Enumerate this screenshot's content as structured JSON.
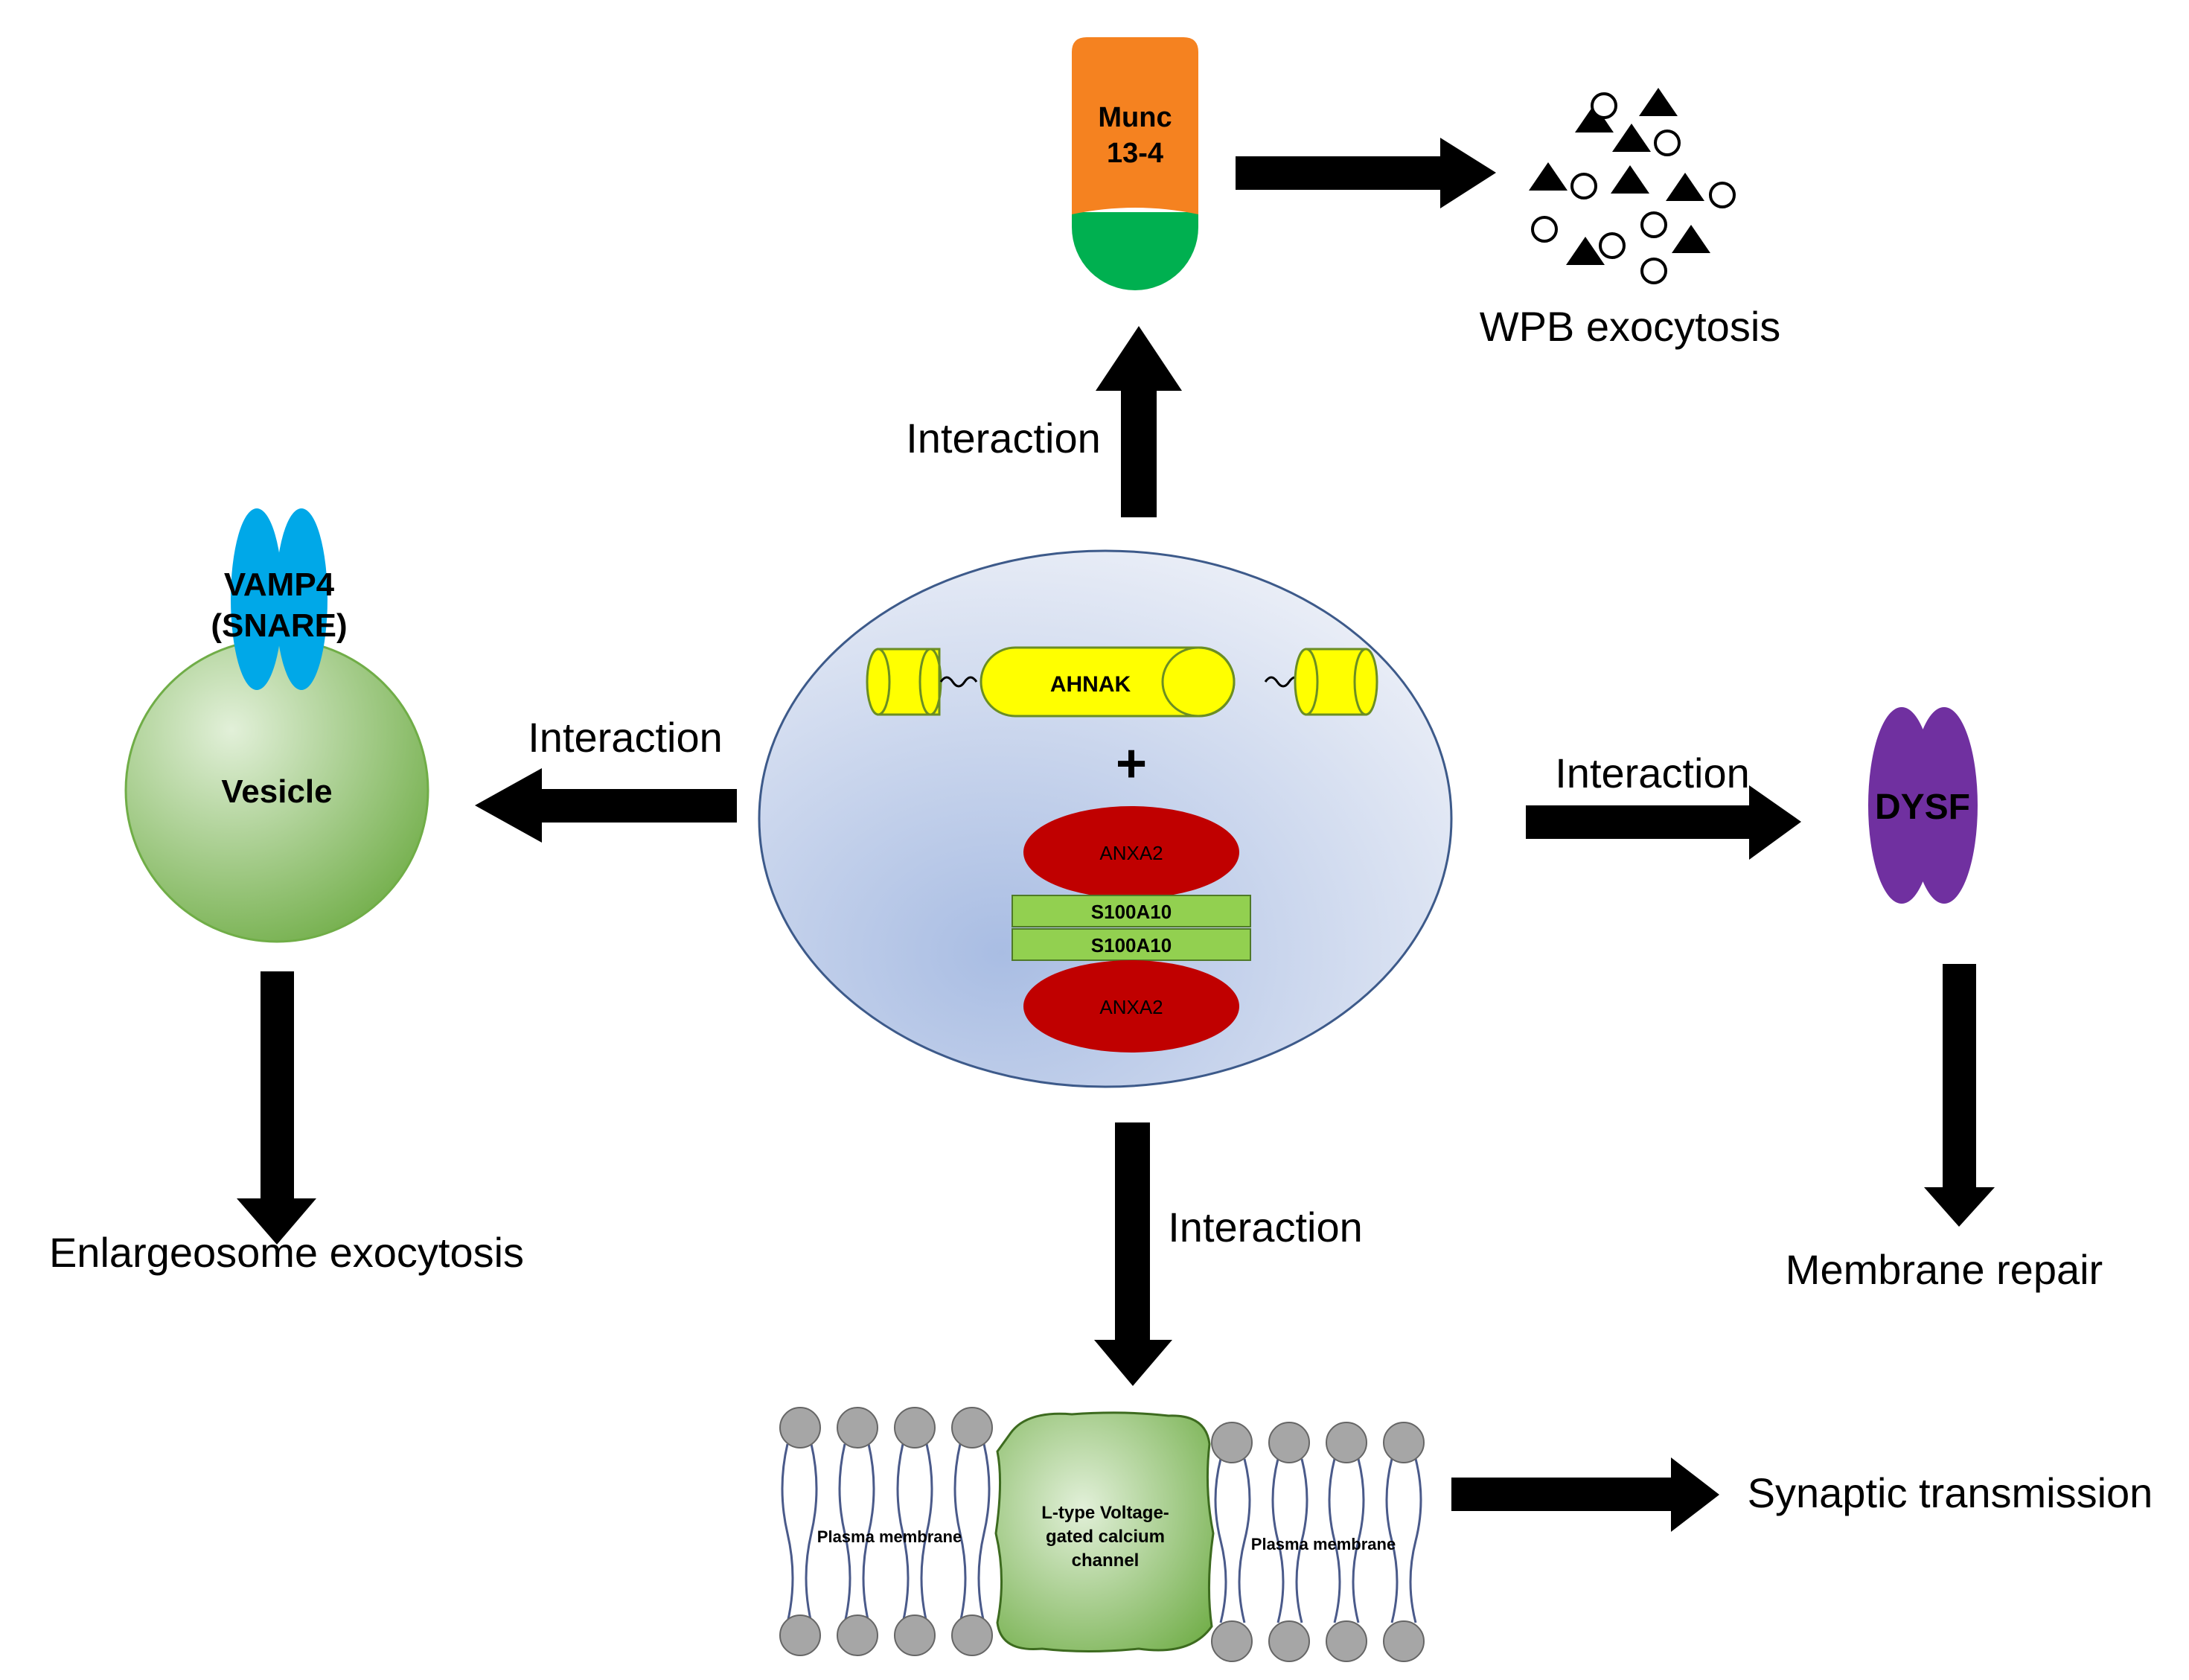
{
  "colors": {
    "arrow": "#000000",
    "complex_fill_inner": "#a9bde3",
    "complex_fill_outer": "#eef1f8",
    "complex_stroke": "#3d5a8a",
    "ahnak_yellow": "#ffff00",
    "ahnak_stroke": "#8faa2e",
    "anxa2_red": "#c00000",
    "s100a10_green": "#92d050",
    "munc_orange": "#f58220",
    "munc_green": "#00b050",
    "vamp4_blue": "#00a8e8",
    "vesicle_green": "#a9d18e",
    "dysf_purple": "#7030a0",
    "channel_green": "#a9d18e",
    "lipid_head": "#a6a6a6",
    "lipid_tail": "#4a5a8a"
  },
  "central_complex": {
    "ahnak_label": "AHNAK",
    "plus_sign": "+",
    "anxa2_top_label": "ANXA2",
    "s100a10_top_label": "S100A10",
    "s100a10_bottom_label": "S100A10",
    "anxa2_bottom_label": "ANXA2"
  },
  "top_branch": {
    "arrow_label": "Interaction",
    "munc_label_line1": "Munc",
    "munc_label_line2": "13-4",
    "outcome_label": "WPB exocytosis"
  },
  "left_branch": {
    "arrow_label": "Interaction",
    "vamp_label_line1": "VAMP4",
    "vamp_label_line2": "(SNARE)",
    "vesicle_label": "Vesicle",
    "outcome_label": "Enlargeosome exocytosis"
  },
  "right_branch": {
    "arrow_label": "Interaction",
    "dysf_label": "DYSF",
    "outcome_label": "Membrane repair"
  },
  "bottom_branch": {
    "arrow_label": "Interaction",
    "membrane_left_label": "Plasma membrane",
    "channel_label_line1": "L-type Voltage-",
    "channel_label_line2": "gated calcium",
    "channel_label_line3": "channel",
    "membrane_right_label": "Plasma membrane",
    "outcome_label": "Synaptic transmission"
  }
}
